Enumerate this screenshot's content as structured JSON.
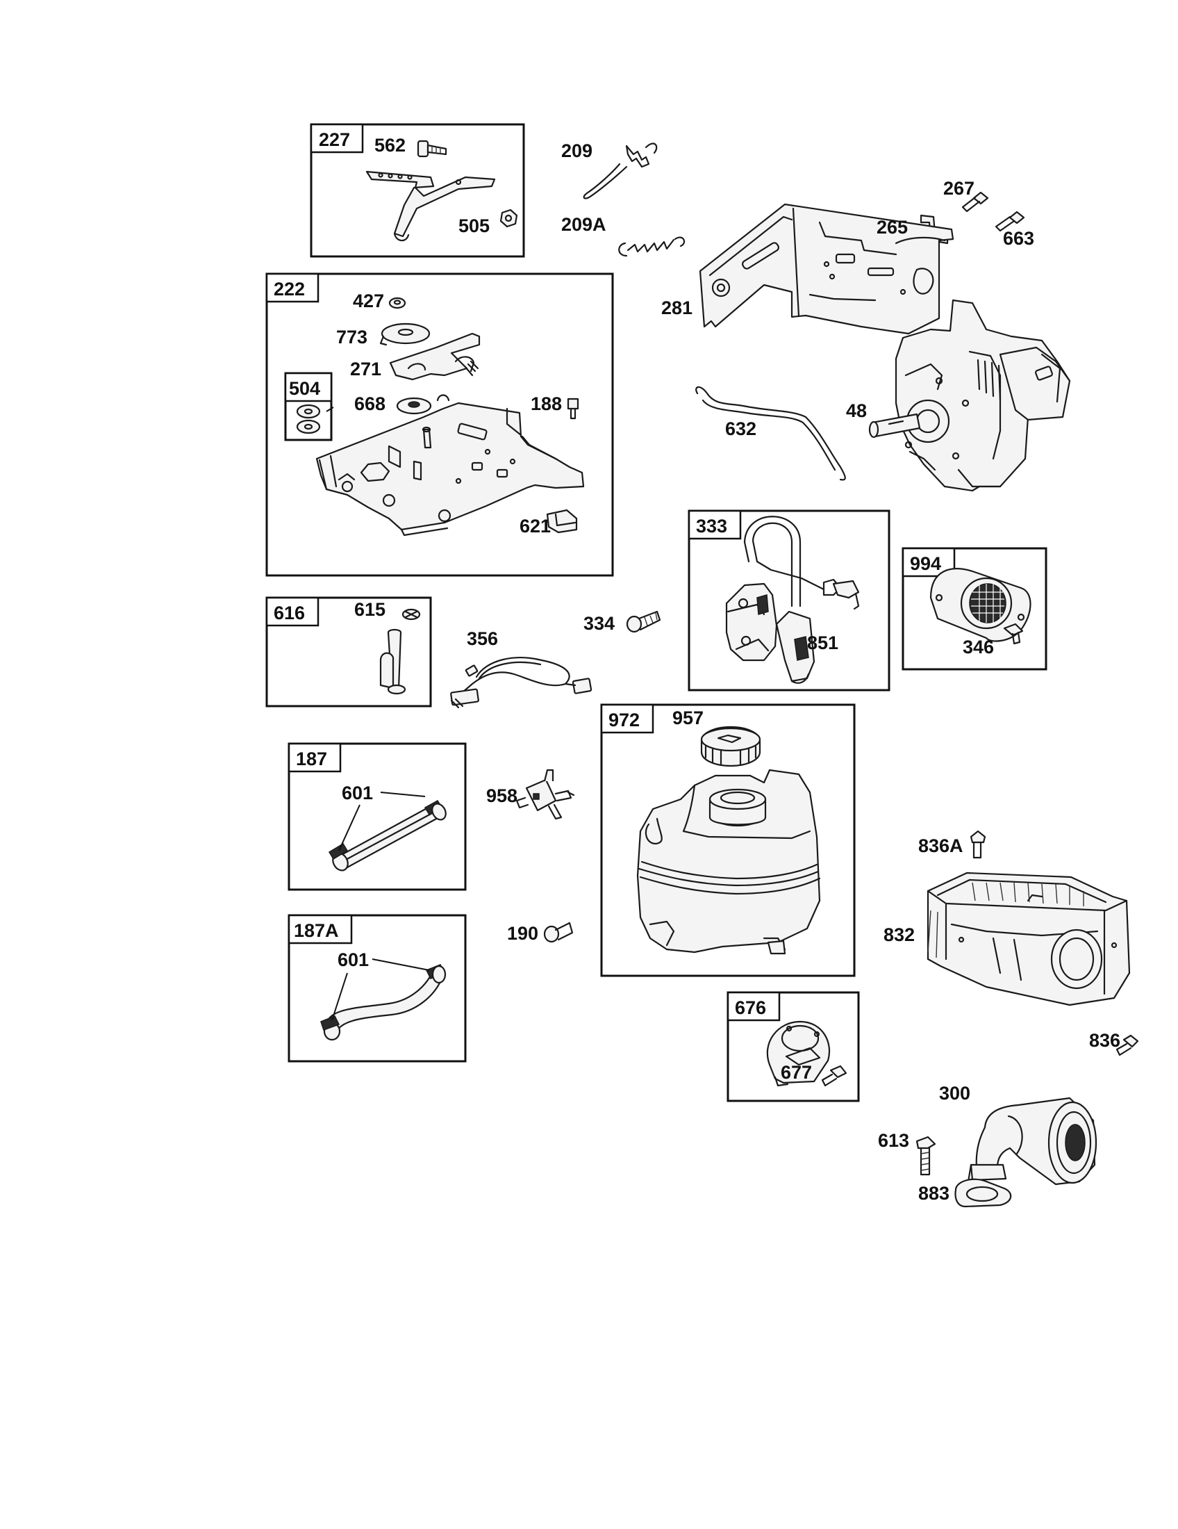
{
  "groups": [
    {
      "id": "g227",
      "label": "227"
    },
    {
      "id": "g222",
      "label": "222"
    },
    {
      "id": "g504",
      "label": "504"
    },
    {
      "id": "g616",
      "label": "616"
    },
    {
      "id": "g187",
      "label": "187"
    },
    {
      "id": "g187a",
      "label": "187A"
    },
    {
      "id": "g333",
      "label": "333"
    },
    {
      "id": "g994",
      "label": "994"
    },
    {
      "id": "g972",
      "label": "972"
    },
    {
      "id": "g676",
      "label": "676"
    }
  ],
  "parts": [
    {
      "id": "p562",
      "label": "562"
    },
    {
      "id": "p505",
      "label": "505"
    },
    {
      "id": "p209",
      "label": "209"
    },
    {
      "id": "p209a",
      "label": "209A"
    },
    {
      "id": "p267",
      "label": "267"
    },
    {
      "id": "p265",
      "label": "265"
    },
    {
      "id": "p663",
      "label": "663"
    },
    {
      "id": "p281",
      "label": "281"
    },
    {
      "id": "p427",
      "label": "427"
    },
    {
      "id": "p773",
      "label": "773"
    },
    {
      "id": "p271",
      "label": "271"
    },
    {
      "id": "p668",
      "label": "668"
    },
    {
      "id": "p188",
      "label": "188"
    },
    {
      "id": "p621",
      "label": "621"
    },
    {
      "id": "p48",
      "label": "48"
    },
    {
      "id": "p632",
      "label": "632"
    },
    {
      "id": "p615",
      "label": "615"
    },
    {
      "id": "p356",
      "label": "356"
    },
    {
      "id": "p334",
      "label": "334"
    },
    {
      "id": "p851",
      "label": "851"
    },
    {
      "id": "p346",
      "label": "346"
    },
    {
      "id": "p957",
      "label": "957"
    },
    {
      "id": "p601a",
      "label": "601"
    },
    {
      "id": "p958",
      "label": "958"
    },
    {
      "id": "p601b",
      "label": "601"
    },
    {
      "id": "p190",
      "label": "190"
    },
    {
      "id": "p836a",
      "label": "836A"
    },
    {
      "id": "p832",
      "label": "832"
    },
    {
      "id": "p836",
      "label": "836"
    },
    {
      "id": "p677",
      "label": "677"
    },
    {
      "id": "p300",
      "label": "300"
    },
    {
      "id": "p613",
      "label": "613"
    },
    {
      "id": "p883",
      "label": "883"
    }
  ]
}
